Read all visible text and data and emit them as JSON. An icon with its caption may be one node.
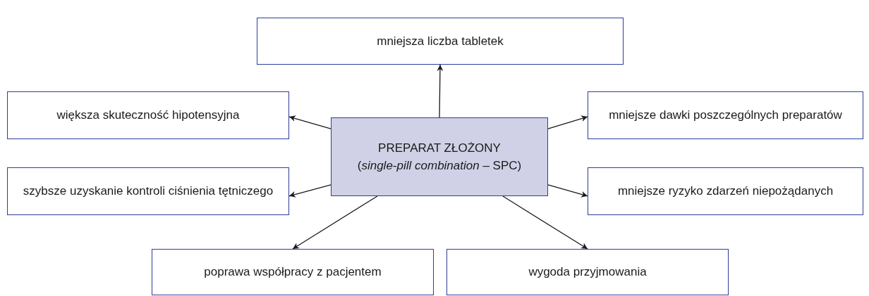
{
  "diagram": {
    "nodes": [
      {
        "text": [
          "mniejsza liczba tabletek"
        ]
      },
      {
        "text": [
          "większa skuteczność hipotensyjna"
        ]
      },
      {
        "text": [
          "mniejsze dawki poszczególnych preparatów"
        ]
      },
      {
        "text": [
          "PREPARAT ZŁOŻONY",
          "(*single-pill combination* – SPC)"
        ]
      },
      {
        "text": [
          "szybsze uzyskanie kontroli ciśnienia tętniczego"
        ]
      },
      {
        "text": [
          "mniejsze ryzyko zdarzeń niepożądanych"
        ]
      },
      {
        "text": [
          "poprawa współpracy z pacjentem"
        ]
      },
      {
        "text": [
          "wygoda przyjmowania"
        ]
      }
    ],
    "edges": [
      {
        "from": 3,
        "to": 0,
        "arrow": "to"
      },
      {
        "from": 3,
        "to": 1,
        "arrow": "to"
      },
      {
        "from": 3,
        "to": 2,
        "arrow": "to"
      },
      {
        "from": 3,
        "to": 4,
        "arrow": "to"
      },
      {
        "from": 3,
        "to": 5,
        "arrow": "to"
      },
      {
        "from": 3,
        "to": 6,
        "arrow": "to"
      },
      {
        "from": 3,
        "to": 7,
        "arrow": "to"
      }
    ]
  }
}
